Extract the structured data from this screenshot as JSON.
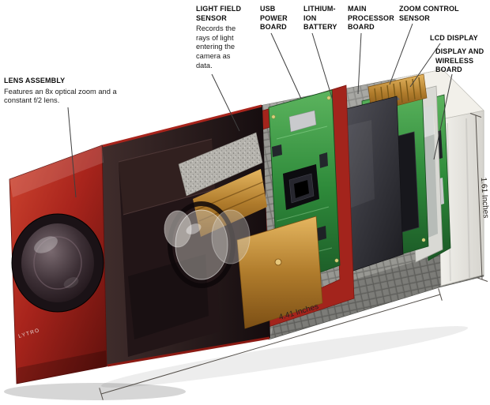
{
  "diagram": {
    "type": "exploded-cutaway",
    "subject": "Light field camera internal components",
    "callouts": {
      "lens_assembly": {
        "title": "LENS ASSEMBLY",
        "description": "Features an 8x optical zoom and a constant f/2 lens."
      },
      "light_field_sensor": {
        "title": "LIGHT FIELD SENSOR",
        "description": "Records the rays of light entering the camera as data."
      },
      "usb_power_board": {
        "title": "USB POWER BOARD"
      },
      "lithium_ion_battery": {
        "title": "LITHIUM-ION BATTERY"
      },
      "main_processor_board": {
        "title": "MAIN PROCESSOR BOARD"
      },
      "zoom_control_sensor": {
        "title": "ZOOM CONTROL SENSOR"
      },
      "lcd_display": {
        "title": "LCD DISPLAY"
      },
      "display_and_wireless_board": {
        "title": "DISPLAY AND WIRELESS BOARD"
      }
    },
    "dimensions": {
      "length_label": "4.41 Inches",
      "height_label": "1.61 Inches"
    },
    "front_logo": "LYTRO",
    "colors": {
      "body_red": "#a8241c",
      "pcb_green": "#2e8a3a",
      "grip_gray": "#8e8e8a",
      "battery_charcoal": "#2b2b30",
      "rear_white": "#eceae5",
      "brass": "#b07c2c"
    }
  }
}
